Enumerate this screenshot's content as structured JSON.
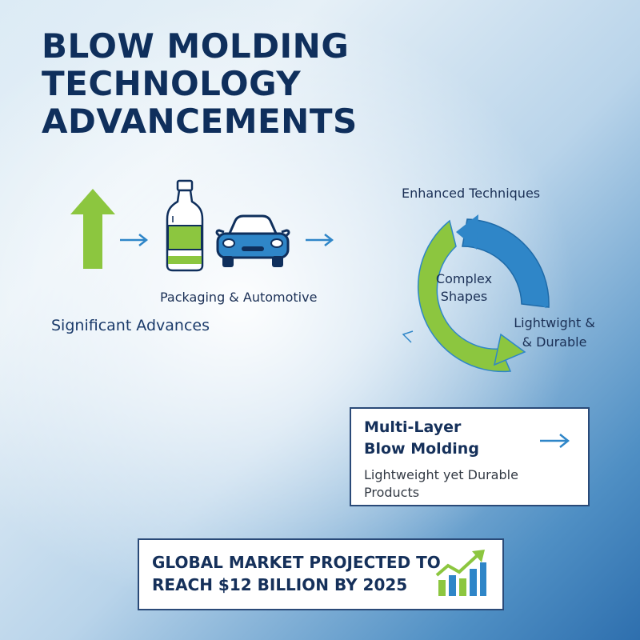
{
  "title_lines": [
    "BLOW MOLDING",
    "TECHNOLOGY",
    "ADVANCEMENTS"
  ],
  "labels": {
    "packaging": "Packaging & Automotive",
    "advances": "Significant Advances"
  },
  "cycle": {
    "title": "Enhanced Techniques",
    "center_lines": [
      "Complex",
      "Shapes"
    ],
    "side_lines": [
      "Lightwight &",
      "& Durable"
    ]
  },
  "multi_layer": {
    "title_lines": [
      "Multi-Layer",
      "Blow Molding"
    ],
    "subtitle_lines": [
      "Lightweight yet Durable",
      "Products"
    ]
  },
  "market": {
    "lines": [
      "GLOBAL MARKET PROJECTED TO",
      "REACH $12 BILLION BY 2025"
    ]
  },
  "icons": [
    "arrow-up-icon",
    "arrow-right-icon",
    "bottle-icon",
    "car-icon",
    "cycle-arrows-icon",
    "growth-chart-icon"
  ],
  "colors": {
    "navy": "#0f2f5c",
    "green": "#8cc63f",
    "blue": "#2f86c8"
  }
}
